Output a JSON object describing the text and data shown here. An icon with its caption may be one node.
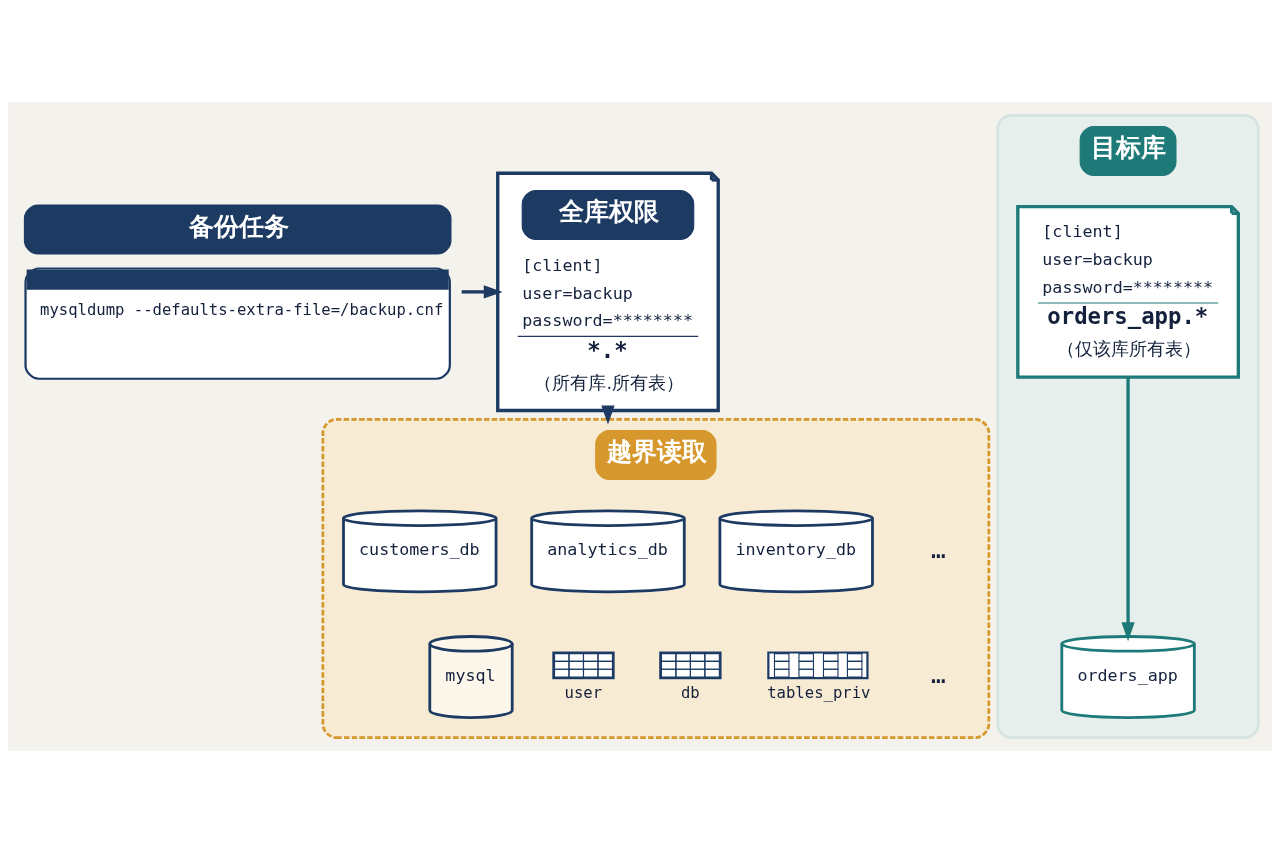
{
  "diagram": {
    "nodes": [
      {
        "text": [
          "备份任务",
          "mysqldump --defaults-extra-file=/backup.cnf"
        ]
      },
      {
        "text": [
          "全库权限",
          "[client]",
          "user=backup",
          "password=********",
          "*.*",
          "（所有库.所有表）"
        ]
      },
      {
        "text": [
          "越界读取"
        ]
      },
      {
        "text": [
          "customers_db"
        ],
        "in": 2
      },
      {
        "text": [
          "analytics_db"
        ],
        "in": 2
      },
      {
        "text": [
          "inventory_db"
        ],
        "in": 2
      },
      {
        "text": [
          "mysql"
        ],
        "in": 2
      },
      {
        "text": [
          "user"
        ],
        "in": 2
      },
      {
        "text": [
          "db"
        ],
        "in": 2
      },
      {
        "text": [
          "tables_priv"
        ],
        "in": 2
      },
      {
        "text": [
          "目标库"
        ]
      },
      {
        "text": [
          "[client]",
          "user=backup",
          "password=********",
          "orders_app.*",
          "（仅该库所有表）"
        ],
        "in": 10
      },
      {
        "text": [
          "orders_app"
        ],
        "in": 10
      }
    ],
    "edges": [
      {
        "from": 0,
        "to": 1,
        "arrow": "to"
      },
      {
        "from": 1,
        "to": 2,
        "arrow": "to"
      },
      {
        "from": 11,
        "to": 12,
        "arrow": "to",
        "color": "#1e7a78"
      }
    ],
    "labels": [
      "…",
      "…"
    ]
  }
}
